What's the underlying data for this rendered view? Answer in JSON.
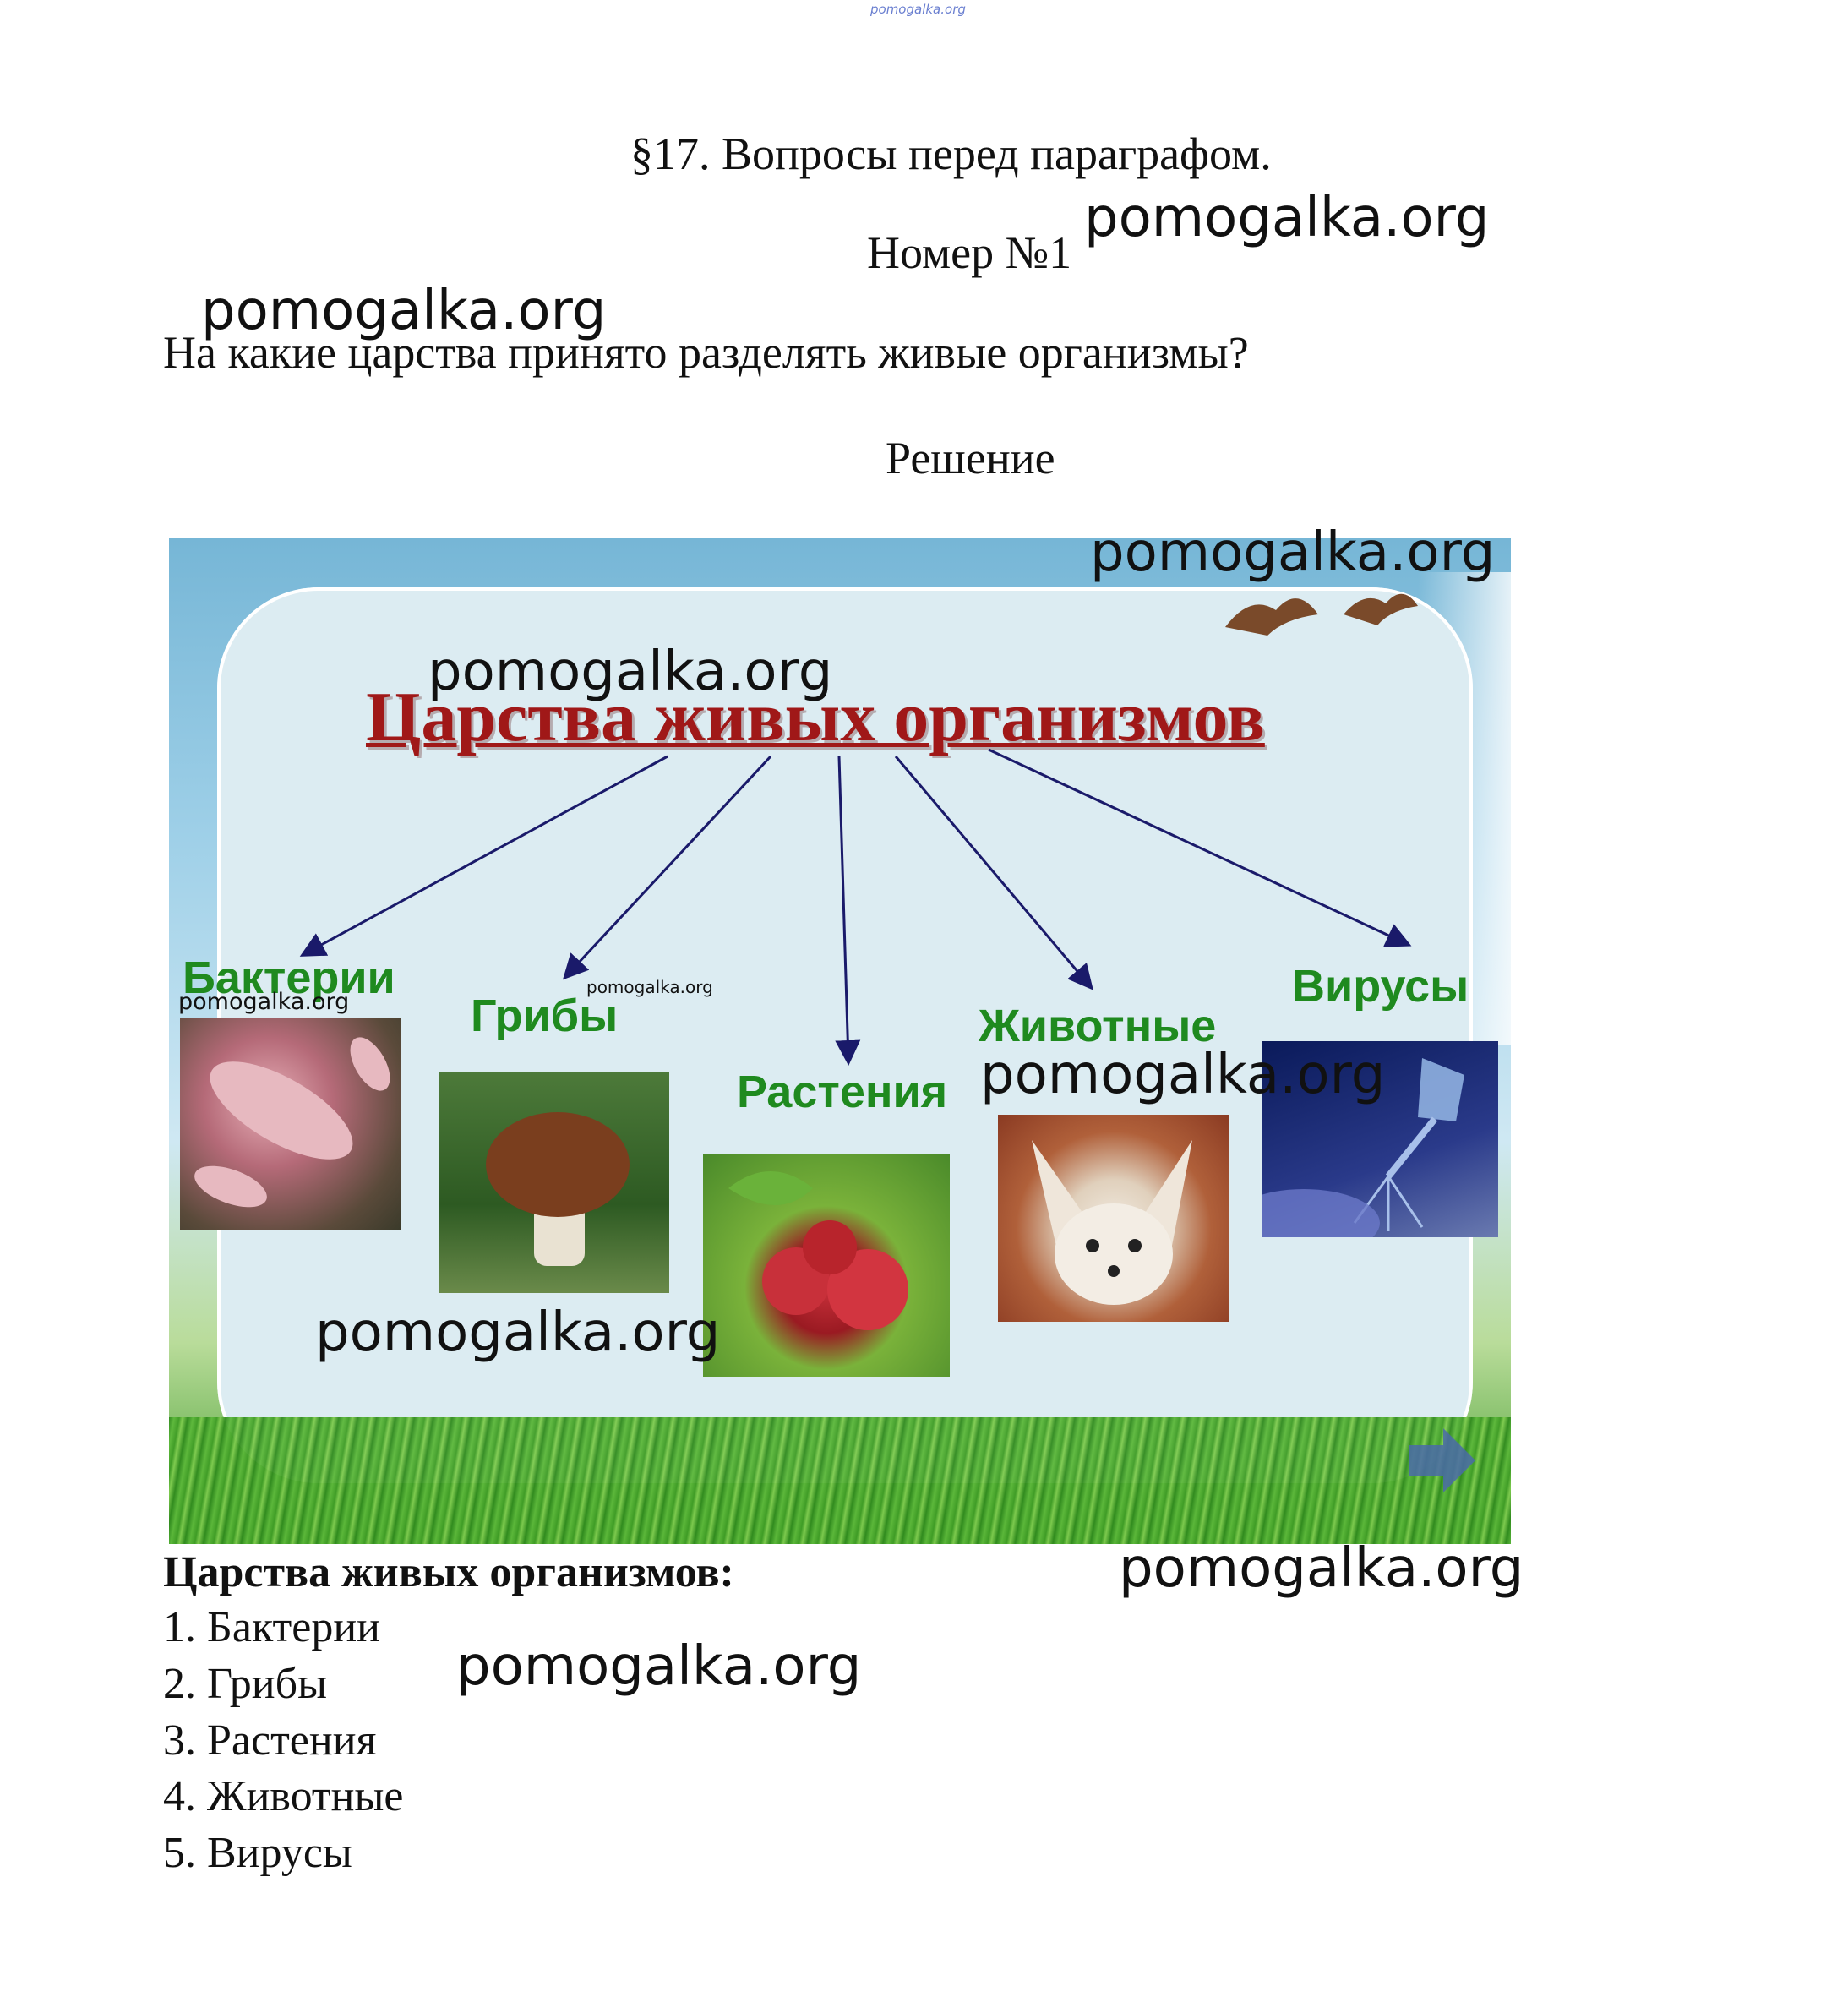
{
  "top_watermark": "pomogalka.org",
  "paragraph_title": "§17. Вопросы перед параграфом.",
  "number_title": "Номер №1",
  "question": "На какие царства принято разделять живые организмы?",
  "solution_heading": "Решение",
  "watermark": "pomogalka.org",
  "slide": {
    "title": "Царства живых организмов",
    "kingdoms": {
      "bacteria": "Бактерии",
      "fungi": "Грибы",
      "plants": "Растения",
      "animals": "Животные",
      "viruses": "Вирусы"
    }
  },
  "answer": {
    "heading": "Царства живых организмов:",
    "items": [
      "1. Бактерии",
      "2. Грибы",
      "3. Растения",
      "4. Животные",
      "5. Вирусы"
    ]
  },
  "colors": {
    "slide_title": "#a01818",
    "kingdom_label": "#1f8a1f",
    "arrow": "#1a1a6a"
  }
}
